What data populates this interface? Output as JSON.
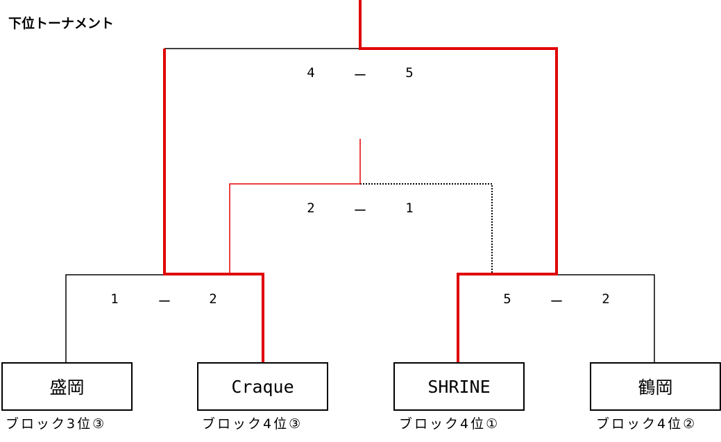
{
  "title": "下位トーナメント",
  "colors": {
    "winner_line": "#e00000",
    "line": "#000000"
  },
  "teams": [
    {
      "name": "盛岡",
      "seed": "ブロック3位③"
    },
    {
      "name": "Craque",
      "seed": "ブロック4位③"
    },
    {
      "name": "SHRINE",
      "seed": "ブロック4位①"
    },
    {
      "name": "鶴岡",
      "seed": "ブロック4位②"
    }
  ],
  "matches": {
    "final": {
      "left": "4",
      "sep": "ー",
      "right": "5"
    },
    "semi": {
      "left": "2",
      "sep": "ー",
      "right": "1"
    },
    "first_left": {
      "left": "1",
      "sep": "ー",
      "right": "2"
    },
    "first_right": {
      "left": "5",
      "sep": "ー",
      "right": "2"
    }
  }
}
